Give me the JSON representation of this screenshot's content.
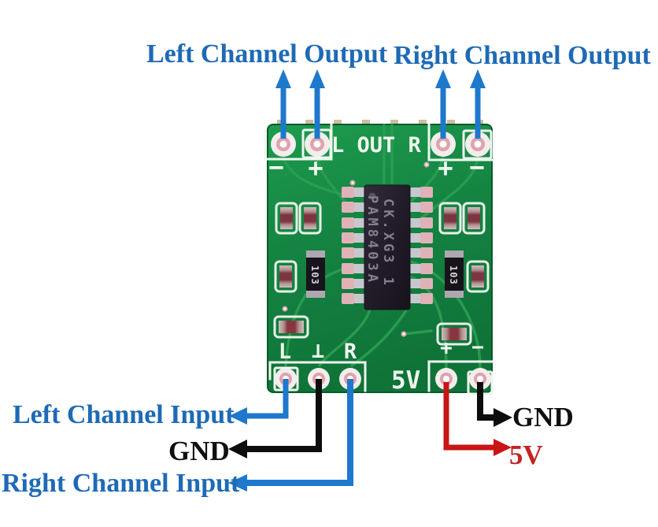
{
  "colors": {
    "label_blue": "#1e6ab5",
    "wire_blue": "#1e78cc",
    "wire_black": "#0d0d0d",
    "wire_red": "#c81515",
    "label_red": "#c22424",
    "board_green": "#15833f",
    "silkscreen_white": "#eef7ee"
  },
  "annotations": {
    "left_channel_output": "Left Channel Output",
    "right_channel_output": "Right Channel Output",
    "left_channel_input": "Left Channel Input",
    "gnd_input": "GND",
    "right_channel_input": "Right Channel Input",
    "gnd_power": "GND",
    "power_5v": "5V"
  },
  "board": {
    "silkscreen": {
      "output_header": "L OUT R",
      "out_left_minus": "−",
      "out_left_plus": "+",
      "out_right_plus": "+",
      "out_right_minus": "−",
      "in_left": "L",
      "in_gnd": "⊥",
      "in_right": "R",
      "power": "5V",
      "pwr_plus": "+",
      "pwr_minus": "−"
    },
    "ic": {
      "marking_line1": "PAM8403A",
      "marking_line2": "CK.XG3 1"
    },
    "smd_resistor_value": "103"
  }
}
